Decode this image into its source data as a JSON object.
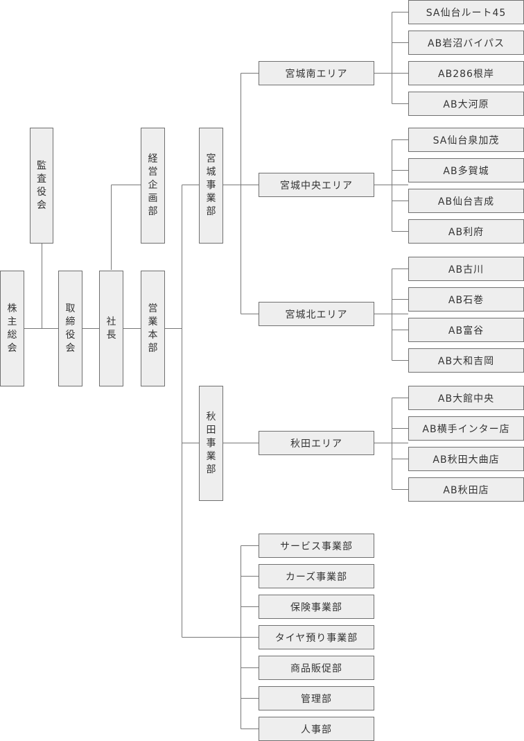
{
  "org": {
    "kabunushi": "株主総会",
    "kansayaku": "監査役会",
    "torishimariyaku": "取締役会",
    "shacho": "社長",
    "keiei_kikaku": "経営企画部",
    "eigyo_honbu": "営業本部",
    "miyagi_jigyo": "宮城事業部",
    "akita_jigyo": "秋田事業部",
    "areas": {
      "miyagi_minami": {
        "name": "宮城南エリア",
        "stores": [
          "SA仙台ルート45",
          "AB岩沼バイパス",
          "AB286根岸",
          "AB大河原"
        ]
      },
      "miyagi_chuo": {
        "name": "宮城中央エリア",
        "stores": [
          "SA仙台泉加茂",
          "AB多賀城",
          "AB仙台吉成",
          "AB利府"
        ]
      },
      "miyagi_kita": {
        "name": "宮城北エリア",
        "stores": [
          "AB古川",
          "AB石巻",
          "AB富谷",
          "AB大和吉岡"
        ]
      },
      "akita": {
        "name": "秋田エリア",
        "stores": [
          "AB大館中央",
          "AB横手インター店",
          "AB秋田大曲店",
          "AB秋田店"
        ]
      }
    },
    "divisions": [
      "サービス事業部",
      "カーズ事業部",
      "保険事業部",
      "タイヤ預り事業部",
      "商品販促部",
      "管理部",
      "人事部"
    ]
  },
  "colors": {
    "box_fill": "#eeeeee",
    "box_border": "#6f6f6f",
    "line": "#777777",
    "text": "#333333"
  }
}
